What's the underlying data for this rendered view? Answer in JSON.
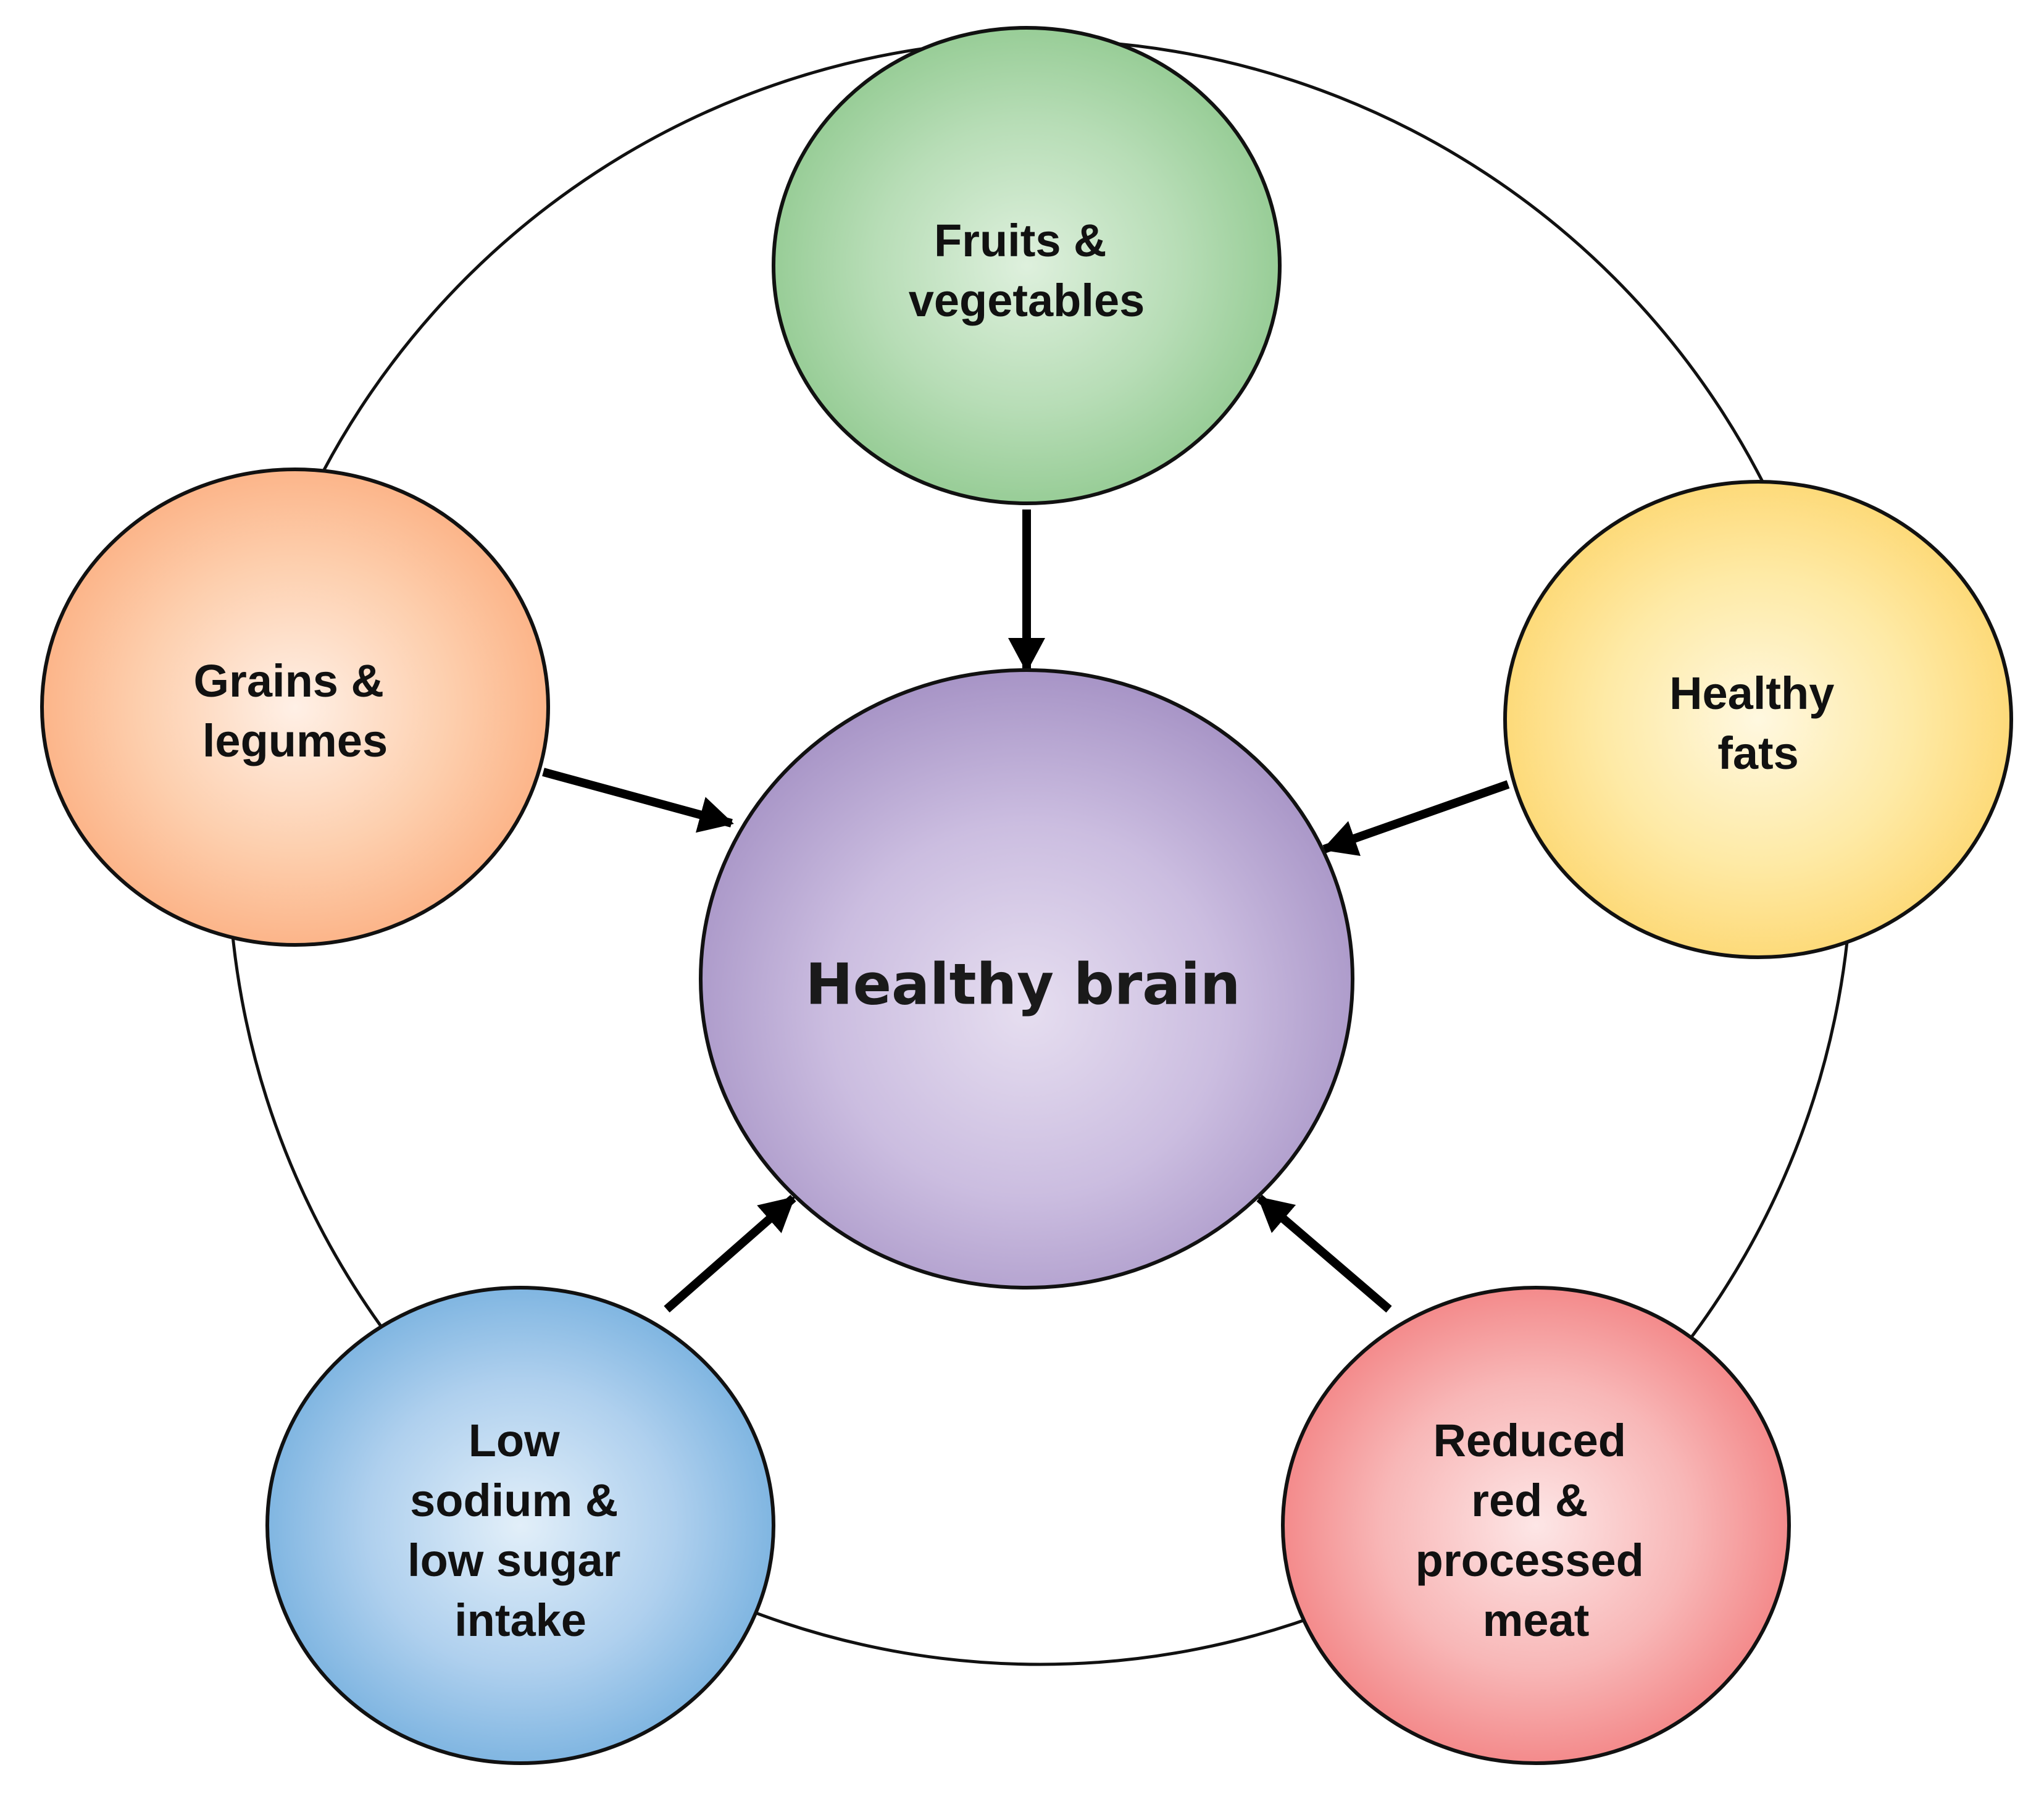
{
  "center": {
    "label": "Healthy brain",
    "color": "#a794c6"
  },
  "nodes": [
    {
      "id": "fruits",
      "lines": [
        "Fruits &",
        "vegetables"
      ],
      "color": "#90c98f"
    },
    {
      "id": "grains",
      "lines": [
        "Grains &",
        "legumes"
      ],
      "color": "#fcae80"
    },
    {
      "id": "fats",
      "lines": [
        "Healthy",
        "fats"
      ],
      "color": "#fdd66e"
    },
    {
      "id": "sodium",
      "lines": [
        "Low",
        "sodium &",
        "low sugar",
        "intake"
      ],
      "color": "#74afde"
    },
    {
      "id": "meat",
      "lines": [
        "Reduced",
        "red &",
        "processed",
        "meat"
      ],
      "color": "#f27f80"
    }
  ]
}
